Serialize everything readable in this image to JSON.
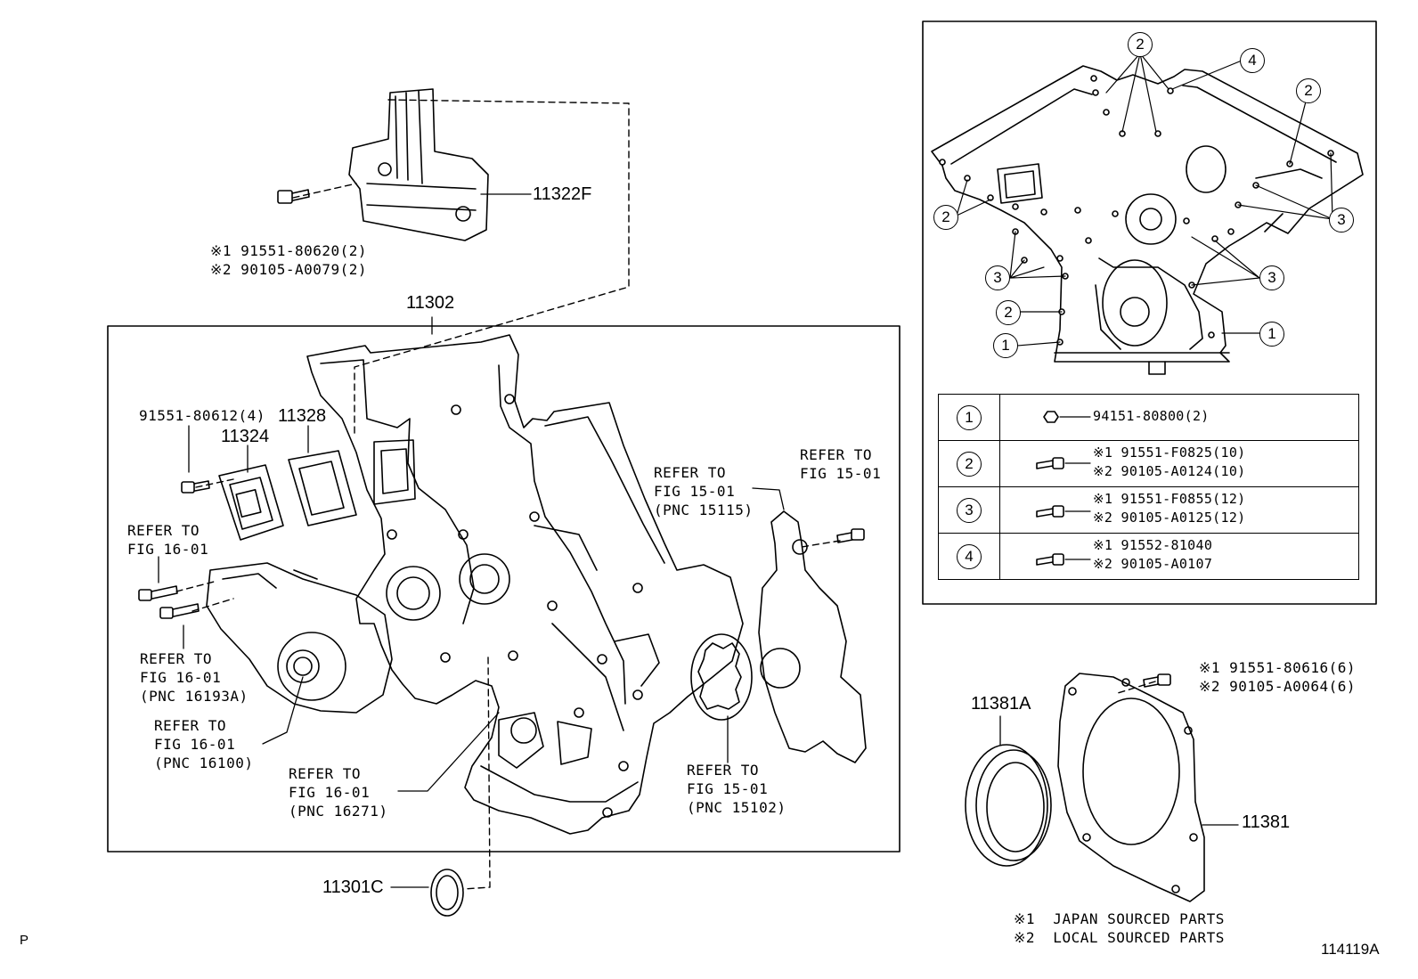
{
  "parts": {
    "p11322F": "11322F",
    "p11302": "11302",
    "p11328": "11328",
    "p11324": "11324",
    "p11301C": "11301C",
    "p11381A": "11381A",
    "p11381": "11381"
  },
  "bolts": {
    "b_11322F_1": "※1 91551-80620(2)",
    "b_11322F_2": "※2 90105-A0079(2)",
    "b_cover": "91551-80612(4)",
    "b_rear_1": "※1 91551-80616(6)",
    "b_rear_2": "※2 90105-A0064(6)"
  },
  "refs": {
    "r1_l1": "REFER TO",
    "r1_l2": "FIG 16-01",
    "r2_l1": "REFER TO",
    "r2_l2": "FIG 16-01",
    "r2_l3": "(PNC 16193A)",
    "r3_l1": "REFER TO",
    "r3_l2": "FIG 16-01",
    "r3_l3": "(PNC 16100)",
    "r4_l1": "REFER TO",
    "r4_l2": "FIG 16-01",
    "r4_l3": "(PNC 16271)",
    "r5_l1": "REFER TO",
    "r5_l2": "FIG 15-01",
    "r5_l3": "(PNC 15115)",
    "r6_l1": "REFER TO",
    "r6_l2": "FIG 15-01",
    "r7_l1": "REFER TO",
    "r7_l2": "FIG 15-01",
    "r7_l3": "(PNC 15102)"
  },
  "inset": {
    "callouts": [
      "2",
      "4",
      "2",
      "2",
      "3",
      "3",
      "3",
      "2",
      "1",
      "1"
    ],
    "legend": [
      {
        "num": "1",
        "line1": "94151-80800(2)",
        "line2": ""
      },
      {
        "num": "2",
        "line1": "※1 91551-F0825(10)",
        "line2": "※2 90105-A0124(10)"
      },
      {
        "num": "3",
        "line1": "※1 91551-F0855(12)",
        "line2": "※2 90105-A0125(12)"
      },
      {
        "num": "4",
        "line1": "※1 91552-81040",
        "line2": "※2 90105-A0107"
      }
    ]
  },
  "notes": {
    "n1": "※1  JAPAN SOURCED PARTS",
    "n2": "※2  LOCAL SOURCED PARTS"
  },
  "corner_left": "P",
  "figure_id": "114119A"
}
